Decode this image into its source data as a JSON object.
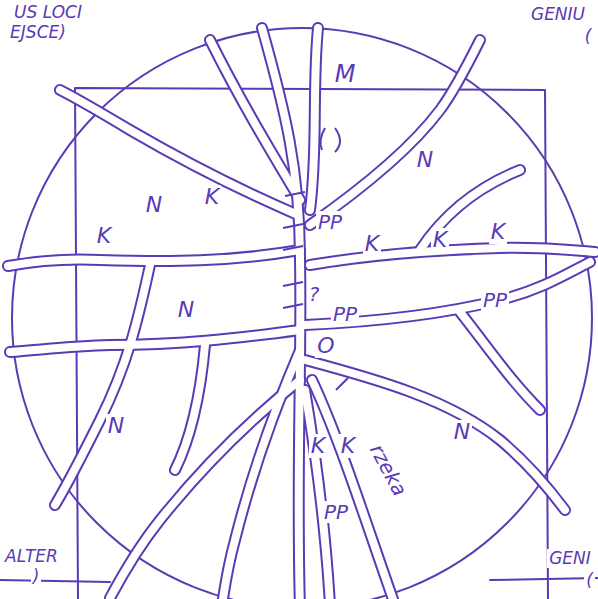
{
  "diagram": {
    "labels": [
      "US LOCI",
      "EJSCE)",
      "GENIU",
      "(",
      "ALTER",
      ")",
      "GENI",
      "(",
      "M",
      "N",
      "N",
      "K",
      "K",
      "PP",
      "K",
      "K",
      "K",
      "N",
      "?",
      "PP",
      "PP",
      "O",
      "N",
      "K",
      "K",
      "N",
      "rzeka",
      "PP"
    ]
  }
}
